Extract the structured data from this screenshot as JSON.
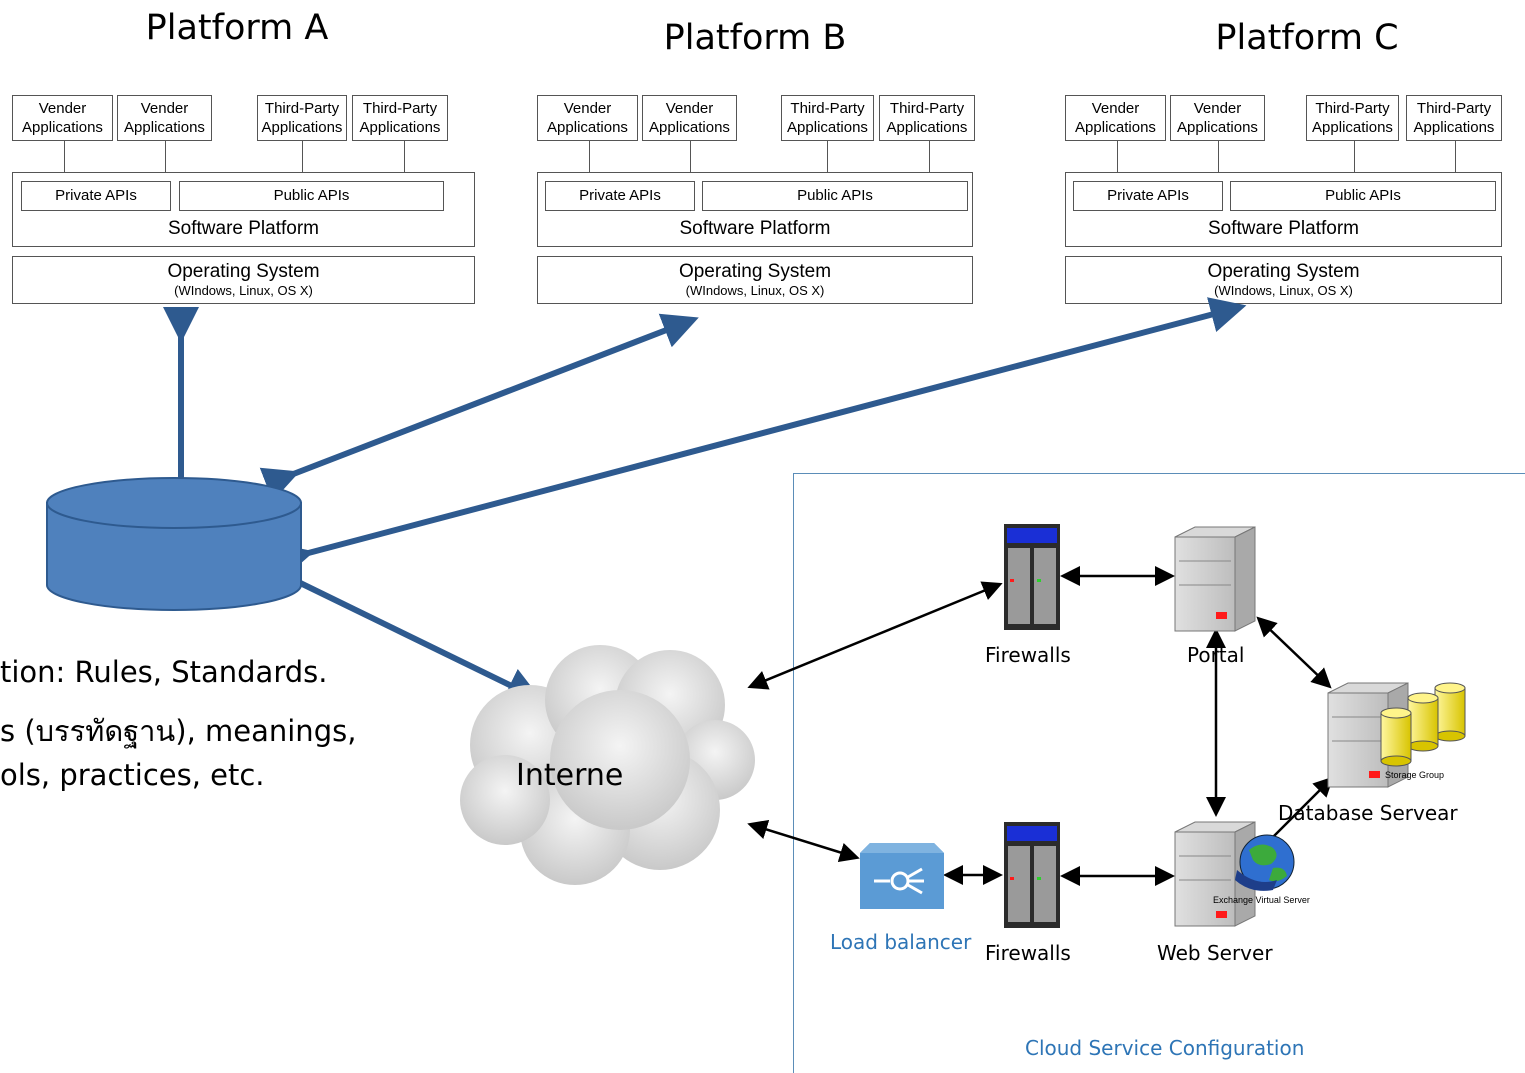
{
  "platforms": [
    {
      "title": "Platform A"
    },
    {
      "title": "Platform B"
    },
    {
      "title": "Platform C"
    }
  ],
  "platform_stack": {
    "vendor_app_1": "Vender",
    "vendor_app_2": "Applications",
    "third_party_1": "Third-Party",
    "third_party_2": "Applications",
    "private_apis": "Private APIs",
    "public_apis": "Public APIs",
    "software_platform": "Software Platform",
    "operating_system": "Operating System",
    "os_examples": "(WIndows, Linux, OS X)"
  },
  "standardization_text": {
    "line1": "tion:  Rules, Standards.",
    "line2": "s (บรรทัดฐาน), meanings,",
    "line3": "ols, practices, etc."
  },
  "internet_label": "Interne",
  "cloud": {
    "firewalls_top": "Firewalls",
    "portal": "Portal",
    "database_server": "Database Servear",
    "storage_group": "Storage Group",
    "firewalls_bottom": "Firewalls",
    "web_server": "Web Server",
    "exchange_virtual_server": "Exchange Virtual Server",
    "load_balancer": "Load balancer",
    "caption": "Cloud Service Configuration"
  },
  "colors": {
    "arrow_blue": "#2e5a8f",
    "db_fill": "#4f81bd",
    "cloud_caption": "#2e75b6",
    "load_balancer": "#5b9bd5",
    "firewall_top_bar": "#1a2fd6",
    "red_led": "#ff1a1a"
  }
}
